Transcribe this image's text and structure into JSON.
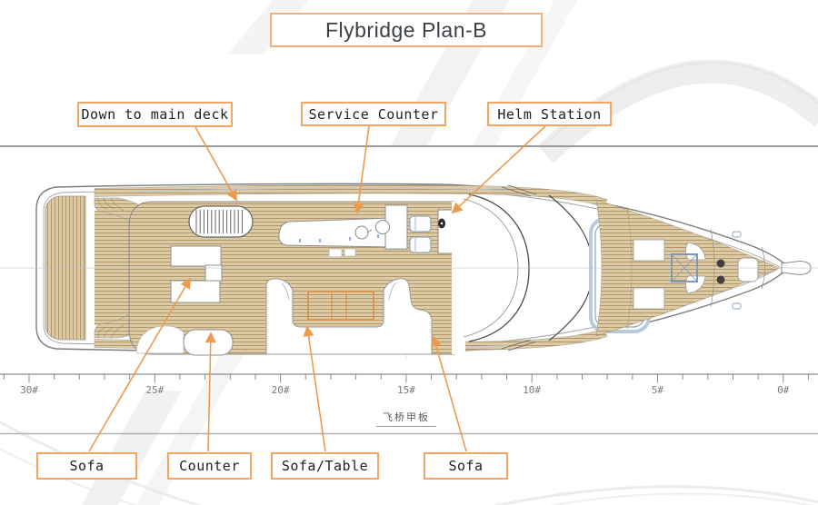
{
  "title": "Flybridge Plan-B",
  "callouts": {
    "top": [
      {
        "id": "down-to-main-deck",
        "label": "Down to main deck"
      },
      {
        "id": "service-counter",
        "label": "Service Counter"
      },
      {
        "id": "helm-station",
        "label": "Helm Station"
      }
    ],
    "bottom": [
      {
        "id": "sofa-aft",
        "label": "Sofa"
      },
      {
        "id": "counter",
        "label": "Counter"
      },
      {
        "id": "sofa-table",
        "label": "Sofa/Table"
      },
      {
        "id": "sofa-mid",
        "label": "Sofa"
      }
    ]
  },
  "ruler": {
    "labels": [
      "30#",
      "25#",
      "20#",
      "15#",
      "10#",
      "5#",
      "0#"
    ]
  },
  "deck_caption": "飞桥甲板",
  "colors": {
    "accent_border": "#efa763",
    "leader_line": "#ec9b4e",
    "teak_deck": "#dccaa4",
    "drawing_gray": "#7d7d7d"
  }
}
